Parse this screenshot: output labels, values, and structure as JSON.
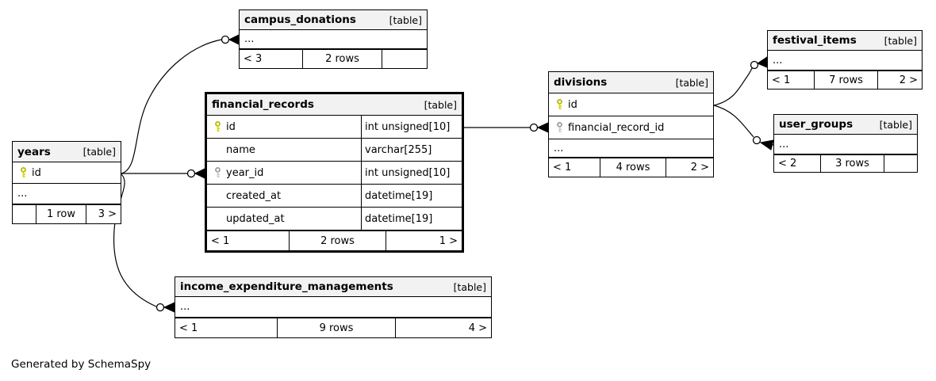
{
  "note": "Generated by SchemaSpy",
  "colors": {
    "header_bg": "#f2f2f2",
    "border": "#000000",
    "primary_key_icon": "#d6d600",
    "foreign_key_icon": "#c9c9c9",
    "background": "#ffffff"
  },
  "tables": [
    {
      "name": "campus_donations",
      "tag": "[table]",
      "rows": [
        {
          "label": "...",
          "type": ""
        }
      ],
      "footer": [
        "< 3",
        "2 rows",
        ""
      ]
    },
    {
      "name": "years",
      "tag": "[table]",
      "rows": [
        {
          "key": "pk",
          "label": "id",
          "type": ""
        },
        {
          "label": "...",
          "type": ""
        }
      ],
      "footer": [
        "",
        "1 row",
        "3 >"
      ]
    },
    {
      "name": "financial_records",
      "tag": "[table]",
      "rows": [
        {
          "key": "pk",
          "label": "id",
          "type": "int unsigned[10]"
        },
        {
          "label": "name",
          "type": "varchar[255]"
        },
        {
          "key": "fk",
          "label": "year_id",
          "type": "int unsigned[10]"
        },
        {
          "label": "created_at",
          "type": "datetime[19]"
        },
        {
          "label": "updated_at",
          "type": "datetime[19]"
        }
      ],
      "footer": [
        "< 1",
        "2 rows",
        "1 >"
      ]
    },
    {
      "name": "divisions",
      "tag": "[table]",
      "rows": [
        {
          "key": "pk",
          "label": "id",
          "type": ""
        },
        {
          "key": "fk",
          "label": "financial_record_id",
          "type": ""
        },
        {
          "label": "...",
          "type": ""
        }
      ],
      "footer": [
        "< 1",
        "4 rows",
        "2 >"
      ]
    },
    {
      "name": "festival_items",
      "tag": "[table]",
      "rows": [
        {
          "label": "...",
          "type": ""
        }
      ],
      "footer": [
        "< 1",
        "7 rows",
        "2 >"
      ]
    },
    {
      "name": "user_groups",
      "tag": "[table]",
      "rows": [
        {
          "label": "...",
          "type": ""
        }
      ],
      "footer": [
        "< 2",
        "3 rows",
        ""
      ]
    },
    {
      "name": "income_expenditure_managements",
      "tag": "[table]",
      "rows": [
        {
          "label": "...",
          "type": ""
        }
      ],
      "footer": [
        "< 1",
        "9 rows",
        "4 >"
      ]
    }
  ]
}
